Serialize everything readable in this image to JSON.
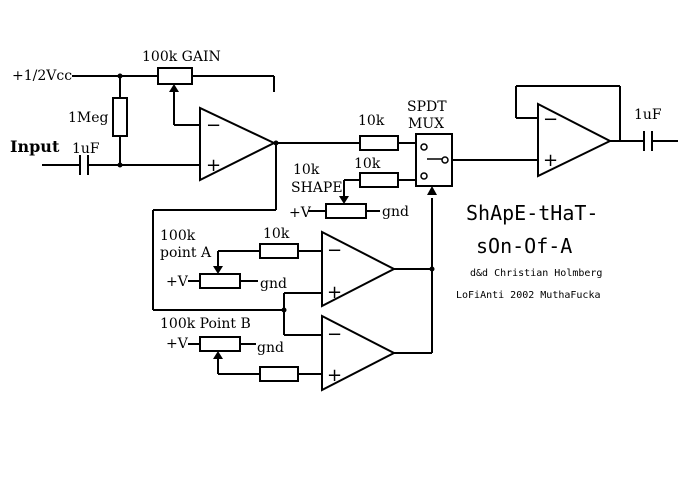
{
  "labels": {
    "vcc": "+1/2Vcc",
    "gain": "100k GAIN",
    "meg": "1Meg",
    "input": "Input",
    "cap_in": "1uF",
    "r_10k_top": "10k",
    "spdt_1": "SPDT",
    "spdt_2": "MUX",
    "r_10k_mid": "10k",
    "shape_1": "10k",
    "shape_2": "SHAPE",
    "v_plus_shape": "+V",
    "gnd_shape": "gnd",
    "point_a_1": "100k",
    "point_a_2": "point A",
    "r_10k_a": "10k",
    "v_plus_a": "+V",
    "gnd_a": "gnd",
    "point_b": "100k Point B",
    "v_plus_b": "+V",
    "gnd_b": "gnd",
    "cap_out": "1uF"
  },
  "credits": {
    "line1": "ShApE-tHaT-",
    "line2": "sOn-Of-A",
    "line3": "d&d Christian Holmberg",
    "line4": "LoFiAnti 2002 MuthaFucka"
  },
  "opamp_signs": {
    "minus": "−",
    "plus": "+"
  }
}
